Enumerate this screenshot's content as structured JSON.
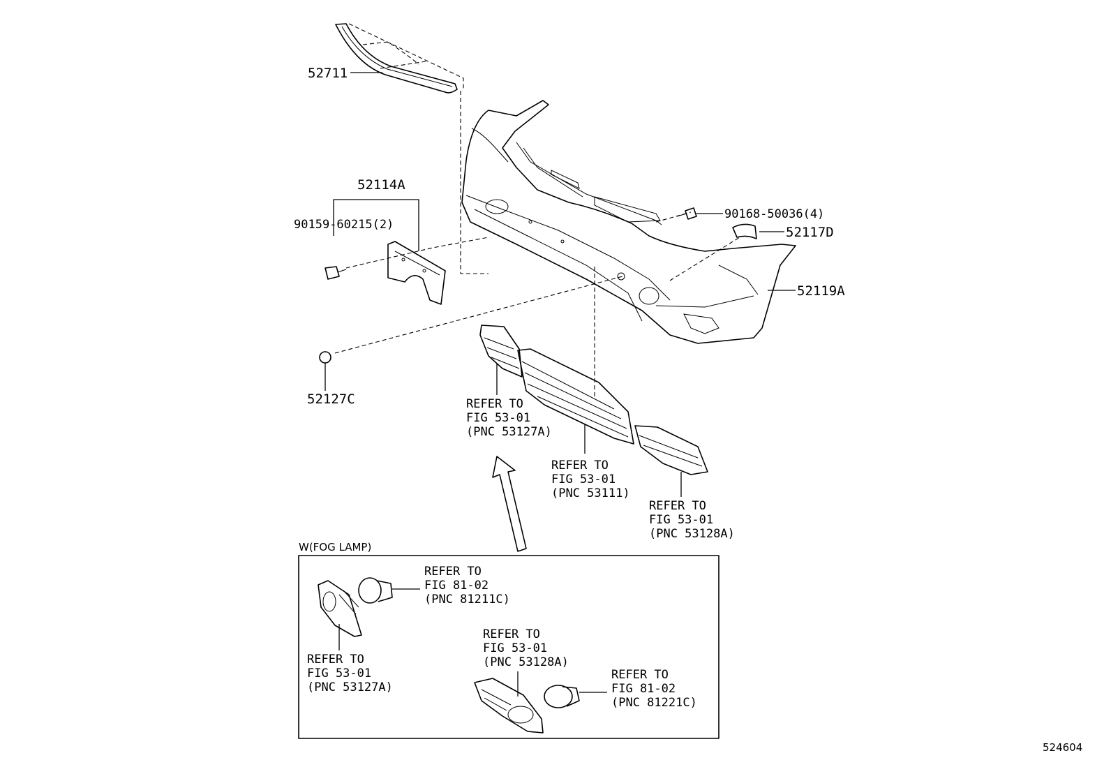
{
  "diagram_id": "524604",
  "parts": {
    "p52711": "52711",
    "p52114A": "52114A",
    "p90159": "90159-60215(2)",
    "p90168": "90168-50036(4)",
    "p52117D": "52117D",
    "p52119A": "52119A",
    "p52127C": "52127C"
  },
  "refs": {
    "r53127A": [
      "REFER TO",
      "FIG 53-01",
      "(PNC 53127A)"
    ],
    "r53111": [
      "REFER TO",
      "FIG 53-01",
      "(PNC 53111)"
    ],
    "r53128A": [
      "REFER TO",
      "FIG 53-01",
      "(PNC 53128A)"
    ]
  },
  "fog_box": {
    "title": "W(FOG LAMP)",
    "r81211C": [
      "REFER TO",
      "FIG 81-02",
      "(PNC 81211C)"
    ],
    "r53127A": [
      "REFER TO",
      "FIG 53-01",
      "(PNC 53127A)"
    ],
    "r53128A": [
      "REFER TO",
      "FIG 53-01",
      "(PNC 53128A)"
    ],
    "r81221C": [
      "REFER TO",
      "FIG 81-02",
      "(PNC 81221C)"
    ]
  }
}
